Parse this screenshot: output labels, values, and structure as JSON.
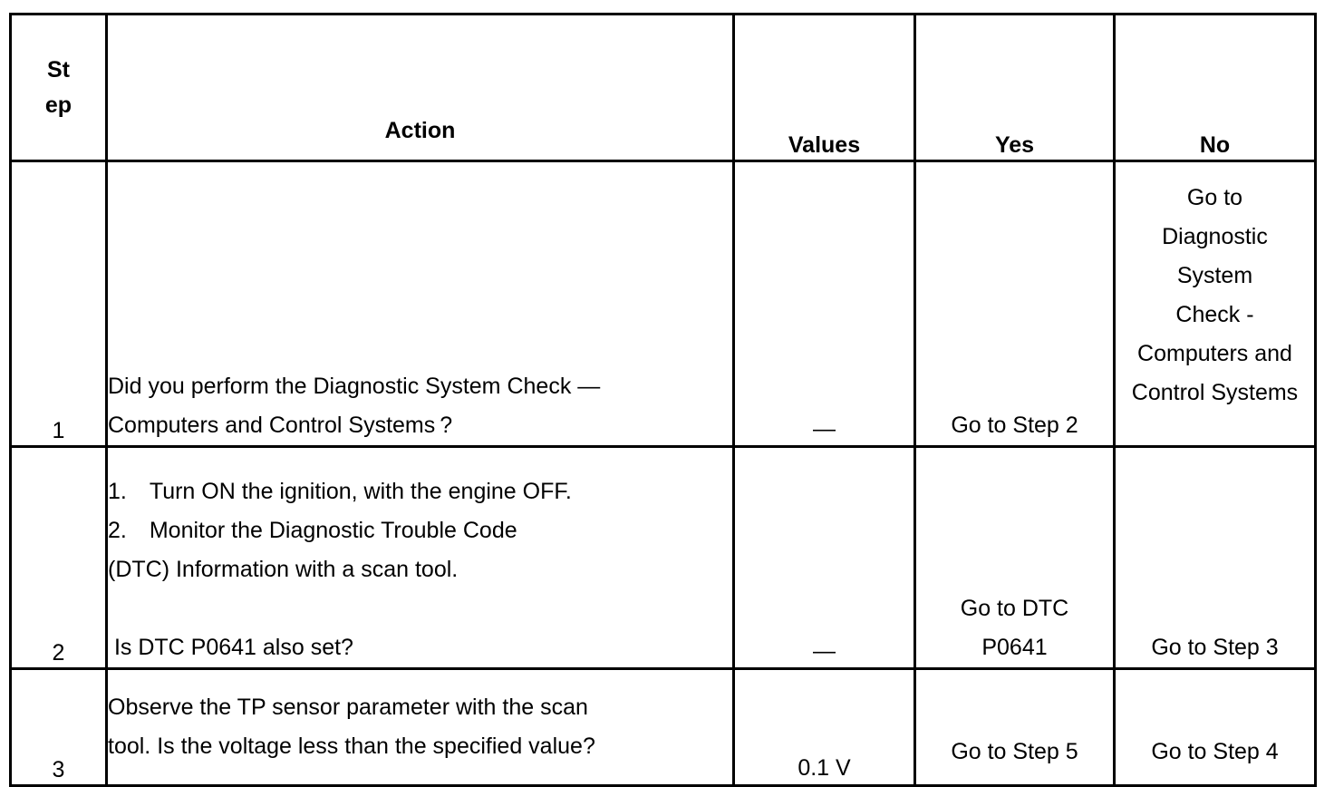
{
  "table": {
    "headers": {
      "step": "St\nep",
      "step_line1": "St",
      "step_line2": "ep",
      "action": "Action",
      "values": "Values",
      "yes": "Yes",
      "no": "No"
    },
    "rows": [
      {
        "step": "1",
        "action_lines": [
          "Did you perform the Diagnostic System Check —",
          "Computers and Control Systems ?"
        ],
        "values": "—",
        "yes_lines": [
          "Go to Step 2"
        ],
        "no_lines": [
          "Go to",
          "Diagnostic",
          "System",
          "Check -",
          "Computers and",
          "Control Systems"
        ]
      },
      {
        "step": "2",
        "action_lines": [
          "1. Turn ON the ignition, with the engine OFF.",
          "2. Monitor the Diagnostic Trouble Code",
          "(DTC) Information with a scan tool.",
          "",
          " Is DTC P0641 also set?"
        ],
        "values": "—",
        "yes_lines": [
          "Go to DTC",
          "P0641"
        ],
        "no_lines": [
          "Go to Step 3"
        ]
      },
      {
        "step": "3",
        "action_lines": [
          "Observe the TP sensor parameter with the scan",
          "tool. Is the voltage less than the specified value?"
        ],
        "values": "0.1 V",
        "yes_lines": [
          "Go to Step 5"
        ],
        "no_lines": [
          "Go to Step 4"
        ]
      }
    ]
  },
  "colors": {
    "border": "#000000",
    "text": "#000000",
    "background": "#ffffff"
  }
}
